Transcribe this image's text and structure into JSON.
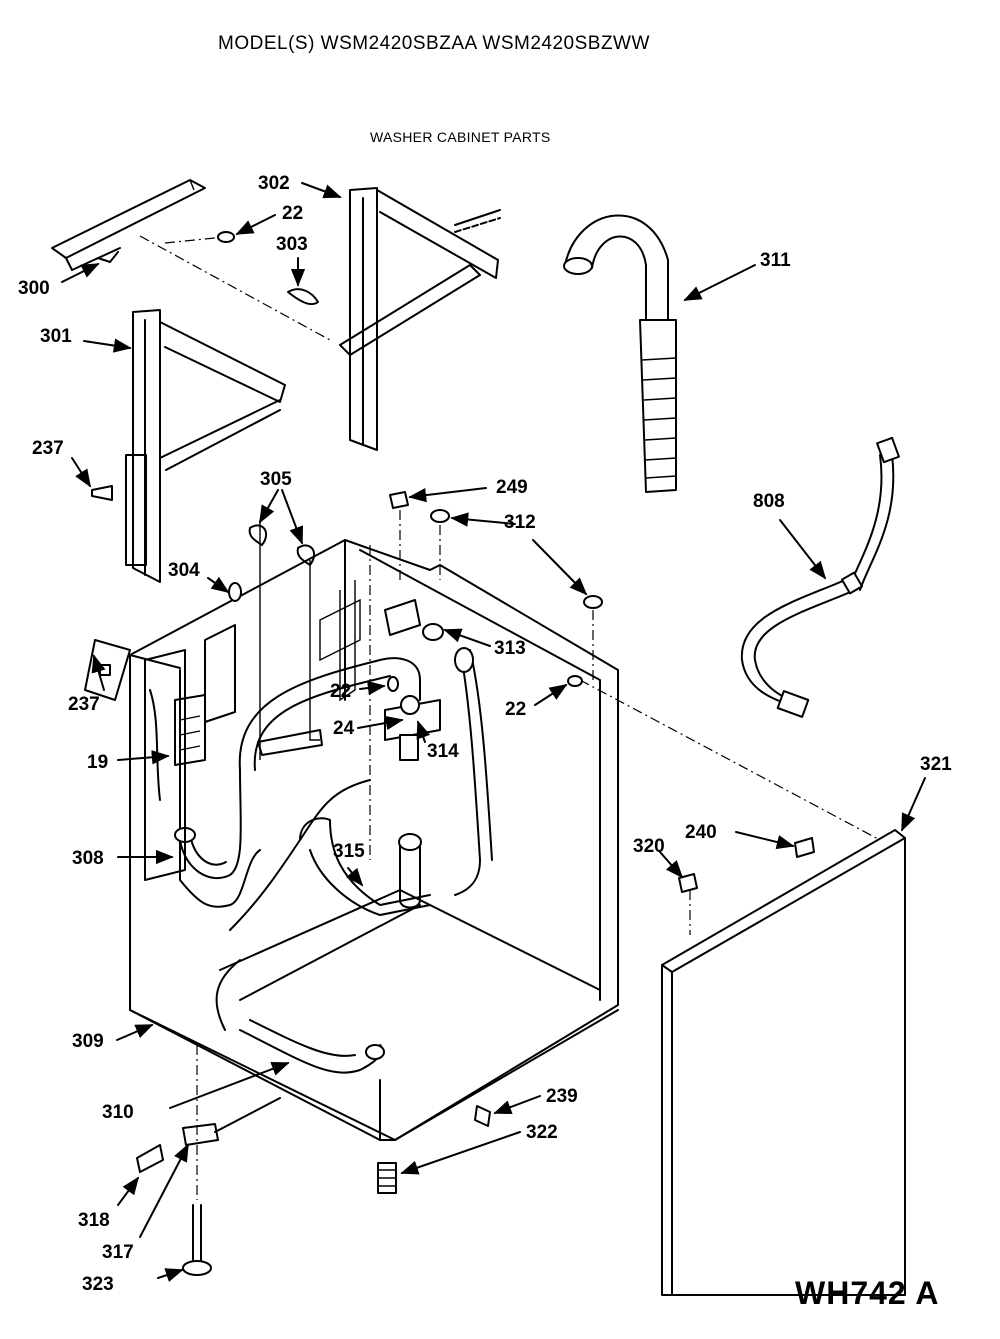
{
  "header": {
    "model": "MODEL(S) WSM2420SBZAA  WSM2420SBZWW",
    "subtitle": "WASHER CABINET PARTS",
    "figure_code": "WH742 A"
  },
  "callouts": [
    {
      "id": "c-302",
      "label": "302"
    },
    {
      "id": "c-22a",
      "label": "22"
    },
    {
      "id": "c-303",
      "label": "303"
    },
    {
      "id": "c-300",
      "label": "300"
    },
    {
      "id": "c-301",
      "label": "301"
    },
    {
      "id": "c-311",
      "label": "311"
    },
    {
      "id": "c-237a",
      "label": "237"
    },
    {
      "id": "c-305",
      "label": "305"
    },
    {
      "id": "c-249",
      "label": "249"
    },
    {
      "id": "c-312",
      "label": "312"
    },
    {
      "id": "c-808",
      "label": "808"
    },
    {
      "id": "c-304",
      "label": "304"
    },
    {
      "id": "c-313",
      "label": "313"
    },
    {
      "id": "c-22b",
      "label": "22"
    },
    {
      "id": "c-22c",
      "label": "22"
    },
    {
      "id": "c-237b",
      "label": "237"
    },
    {
      "id": "c-24",
      "label": "24"
    },
    {
      "id": "c-19",
      "label": "19"
    },
    {
      "id": "c-314",
      "label": "314"
    },
    {
      "id": "c-321",
      "label": "321"
    },
    {
      "id": "c-240",
      "label": "240"
    },
    {
      "id": "c-320",
      "label": "320"
    },
    {
      "id": "c-308",
      "label": "308"
    },
    {
      "id": "c-315",
      "label": "315"
    },
    {
      "id": "c-309",
      "label": "309"
    },
    {
      "id": "c-310",
      "label": "310"
    },
    {
      "id": "c-239",
      "label": "239"
    },
    {
      "id": "c-322",
      "label": "322"
    },
    {
      "id": "c-318",
      "label": "318"
    },
    {
      "id": "c-317",
      "label": "317"
    },
    {
      "id": "c-323",
      "label": "323"
    }
  ]
}
